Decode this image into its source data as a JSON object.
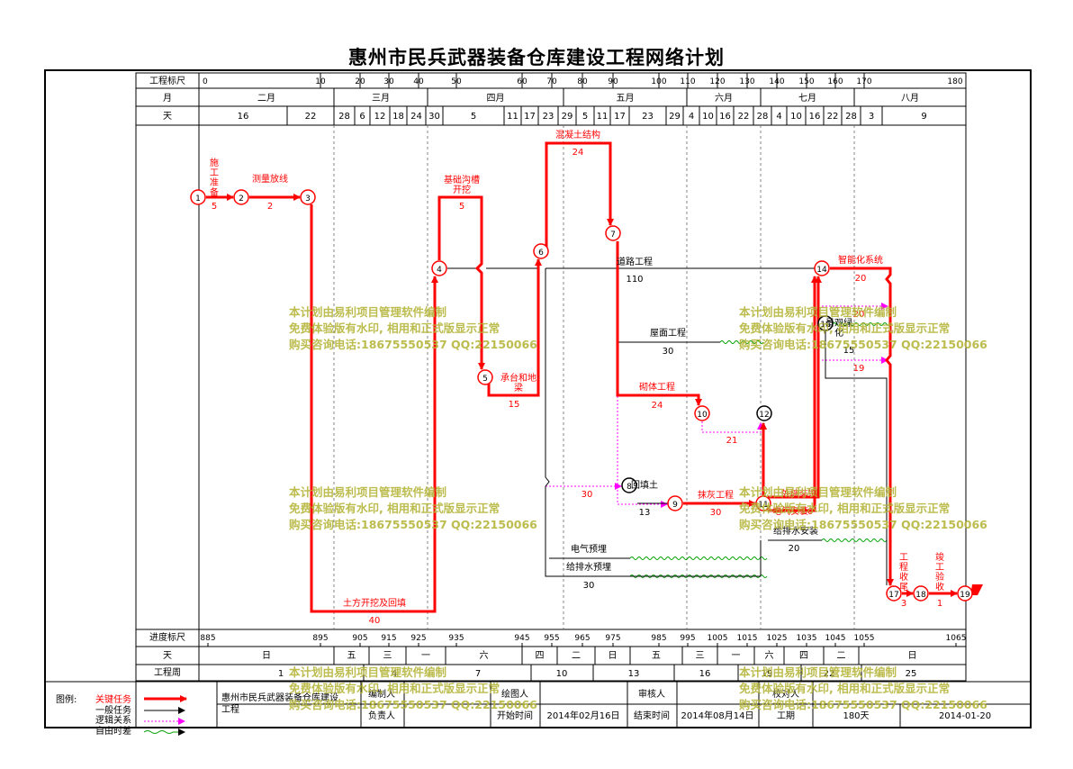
{
  "title": "惠州市民兵武器装备仓库建设工程网络计划",
  "header": {
    "scale_label": "工程标尺",
    "month_label": "月",
    "day_label": "天",
    "scale_ticks": [
      "0",
      "10",
      "20",
      "30",
      "40",
      "50",
      "60",
      "70",
      "80",
      "90",
      "100",
      "110",
      "120",
      "130",
      "140",
      "150",
      "160",
      "170",
      "180"
    ],
    "months": [
      "二月",
      "三月",
      "四月",
      "五月",
      "六月",
      "七月",
      "八月"
    ],
    "days": [
      "16",
      "22",
      "28",
      "6",
      "12",
      "18",
      "24",
      "30",
      "5",
      "11",
      "17",
      "23",
      "29",
      "5",
      "11",
      "17",
      "23",
      "29",
      "4",
      "10",
      "16",
      "22",
      "28",
      "4",
      "10",
      "16",
      "22",
      "28",
      "3",
      "9"
    ]
  },
  "footer": {
    "progress_label": "进度标尺",
    "day_label": "天",
    "week_label": "工程周",
    "progress_ticks": [
      "885",
      "895",
      "905",
      "915",
      "925",
      "935",
      "945",
      "955",
      "965",
      "975",
      "985",
      "995",
      "1005",
      "1015",
      "1025",
      "1035",
      "1045",
      "1055",
      "1065"
    ],
    "weekdays": [
      "日",
      "五",
      "三",
      "一",
      "六",
      "四",
      "二",
      "日",
      "五",
      "三",
      "一",
      "六",
      "四",
      "二",
      "日"
    ],
    "weeks": [
      "1",
      "4",
      "7",
      "10",
      "13",
      "16",
      "19",
      "22",
      "25"
    ]
  },
  "legend": {
    "label": "图例:",
    "critical": "关键任务",
    "normal": "一般任务",
    "logic": "逻辑关系",
    "float": "自由时差"
  },
  "info": {
    "project_name": "惠州市民兵武器装备仓库建设工程",
    "compiler_label": "编制人",
    "drawer_label": "绘图人",
    "reviewer_label": "审核人",
    "checker_label": "校对人",
    "owner_label": "负责人",
    "start_label": "开始时间",
    "start_value": "2014年02月16日",
    "end_label": "结束时间",
    "end_value": "2014年08月14日",
    "duration_label": "工期",
    "duration_value": "180天",
    "date_value": "2014-01-20"
  },
  "watermark": {
    "line1": "本计划由易利项目管理软件编制",
    "line2": "免费体验版有水印, 相用和正式版显示正常",
    "line3": "购买咨询电话:18675550537 QQ:22150066"
  },
  "nodes": [
    {
      "id": "1"
    },
    {
      "id": "2"
    },
    {
      "id": "3"
    },
    {
      "id": "4"
    },
    {
      "id": "5"
    },
    {
      "id": "6"
    },
    {
      "id": "7"
    },
    {
      "id": "8"
    },
    {
      "id": "9"
    },
    {
      "id": "10"
    },
    {
      "id": "11"
    },
    {
      "id": "12"
    },
    {
      "id": "14"
    },
    {
      "id": "16"
    },
    {
      "id": "17"
    },
    {
      "id": "18"
    },
    {
      "id": "19"
    }
  ],
  "activities": [
    {
      "name": "施工准备",
      "duration": "5",
      "critical": true
    },
    {
      "name": "测量放线",
      "duration": "2",
      "critical": true
    },
    {
      "name": "土方开挖及回填",
      "duration": "40",
      "critical": true
    },
    {
      "name": "基础沟槽开挖",
      "duration": "5",
      "critical": true
    },
    {
      "name": "承台和地梁",
      "duration": "15",
      "critical": true
    },
    {
      "name": "混凝土结构",
      "duration": "24",
      "critical": true
    },
    {
      "name": "道路工程",
      "duration": "110",
      "critical": false
    },
    {
      "name": "屋面工程",
      "duration": "30",
      "critical": false
    },
    {
      "name": "砌体工程",
      "duration": "24",
      "critical": true
    },
    {
      "name": "回填土",
      "duration": "13",
      "critical": false
    },
    {
      "name": "抹灰工程",
      "duration": "30",
      "critical": true
    },
    {
      "name": "外墙装饰",
      "duration": "20",
      "critical": true
    },
    {
      "name": "电气安装",
      "duration": "20",
      "critical": true
    },
    {
      "name": "给排水安装",
      "duration": "20",
      "critical": false
    },
    {
      "name": "电气预埋",
      "duration": "30",
      "critical": false
    },
    {
      "name": "给排水预埋",
      "duration": "30",
      "critical": false
    },
    {
      "name": "智能化系统",
      "duration": "20",
      "critical": true
    },
    {
      "name": "景观绿化",
      "duration": "15",
      "critical": false
    },
    {
      "name": "工程收尾",
      "duration": "3",
      "critical": true
    },
    {
      "name": "竣工验收",
      "duration": "1",
      "critical": true
    }
  ],
  "float_labels": [
    "20",
    "19",
    "21",
    "30"
  ],
  "colors": {
    "critical": "#ff0000",
    "logic": "#ff00ff",
    "float": "#00a000",
    "normal": "#000000",
    "watermark": "#b5b53c"
  }
}
